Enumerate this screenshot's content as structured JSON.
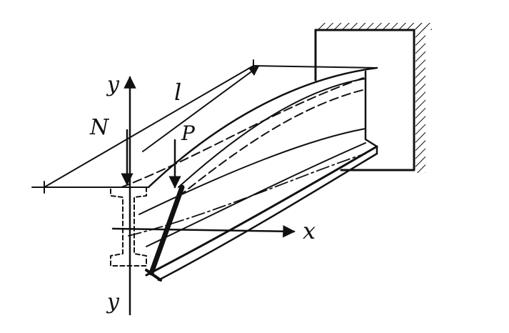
{
  "diagram": {
    "labels": {
      "y_top": "y",
      "y_bottom": "y",
      "length": "l",
      "axial_force": "N",
      "load": "P",
      "x_axis": "x"
    },
    "colors": {
      "ink": "#111111",
      "background": "#ffffff"
    }
  }
}
